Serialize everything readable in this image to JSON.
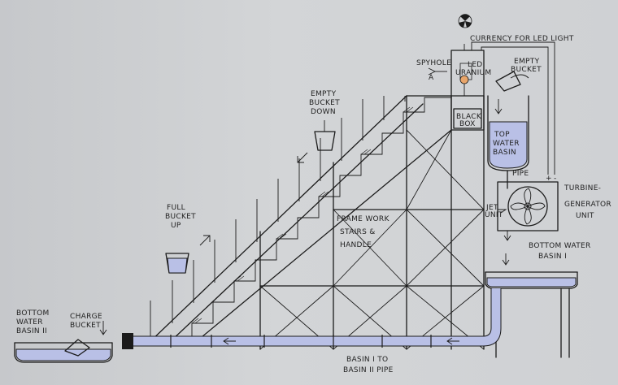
{
  "labels": {
    "currency": "CURRENCY FOR LED LIGHT",
    "spyhole": "SPYHOLE",
    "led": "LED",
    "uranium": "URANIUM",
    "empty_bucket_top_1": "EMPTY",
    "empty_bucket_top_2": "BUCKET",
    "black_box_1": "BLACK",
    "black_box_2": "BOX",
    "top_basin_1": "TOP",
    "top_basin_2": "WATER",
    "top_basin_3": "BASIN",
    "pipe": "PIPE",
    "jet_1": "JET",
    "jet_2": "UNIT",
    "turbine_1": "TURBINE-",
    "turbine_2": "GENERATOR",
    "turbine_3": "UNIT",
    "empty_down_1": "EMPTY",
    "empty_down_2": "BUCKET",
    "empty_down_3": "DOWN",
    "full_up_1": "FULL",
    "full_up_2": "BUCKET",
    "full_up_3": "UP",
    "frame_1": "FRAME WORK",
    "frame_2": "STAIRS &",
    "frame_3": "HANDLE",
    "basin1_1": "BOTTOM WATER",
    "basin1_2": "BASIN I",
    "basin2_1": "BOTTOM",
    "basin2_2": "WATER",
    "basin2_3": "BASIN II",
    "charge_1": "CHARGE",
    "charge_2": "BUCKET",
    "pipe_label_1": "BASIN I TO",
    "pipe_label_2": "BASIN II PIPE",
    "spy_mark": "A",
    "plus": "+",
    "minus": "-"
  },
  "colors": {
    "paper": "#cfd1d4",
    "ink": "#1b1b1b",
    "water": "#b9c0e6",
    "uranium": "#e8a56a"
  }
}
